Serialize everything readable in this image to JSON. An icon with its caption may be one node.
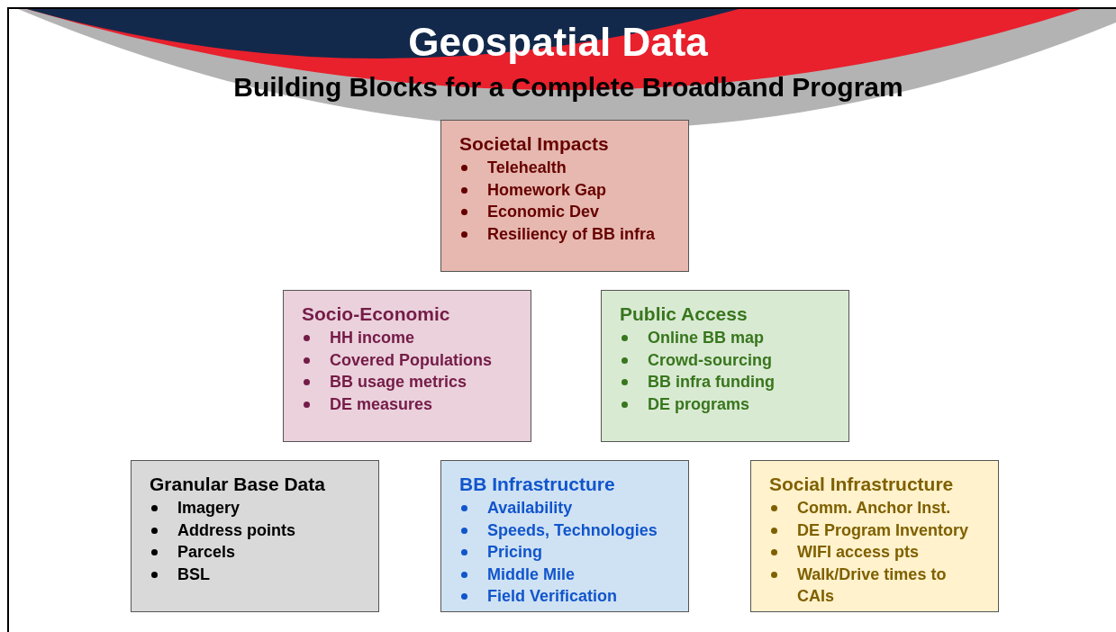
{
  "diagram": {
    "title": "Geospatial Data",
    "nodes": [
      {
        "text": [
          "Societal Impacts",
          "Telehealth",
          "Homework Gap",
          "Economic Dev",
          "Resiliency of BB infra"
        ]
      },
      {
        "text": [
          "Socio-Economic",
          "HH income",
          "Covered Populations",
          "BB usage metrics",
          "DE measures"
        ]
      },
      {
        "text": [
          "Public Access",
          "Online BB map",
          "Crowd-sourcing",
          "BB infra funding",
          "DE programs"
        ]
      },
      {
        "text": [
          "Granular Base Data",
          "Imagery",
          "Address points",
          "Parcels",
          "BSL"
        ]
      },
      {
        "text": [
          "BB Infrastructure",
          "Availability",
          "Speeds, Technologies",
          "Pricing",
          "Middle Mile",
          "Field Verification"
        ]
      },
      {
        "text": [
          "Social Infrastructure",
          "Comm. Anchor Inst.",
          "DE Program Inventory",
          "WIFI access pts",
          "Walk/Drive times to CAIs"
        ]
      }
    ],
    "edges": [],
    "labels": [
      "Building Blocks for a Complete Broadband Program"
    ]
  }
}
